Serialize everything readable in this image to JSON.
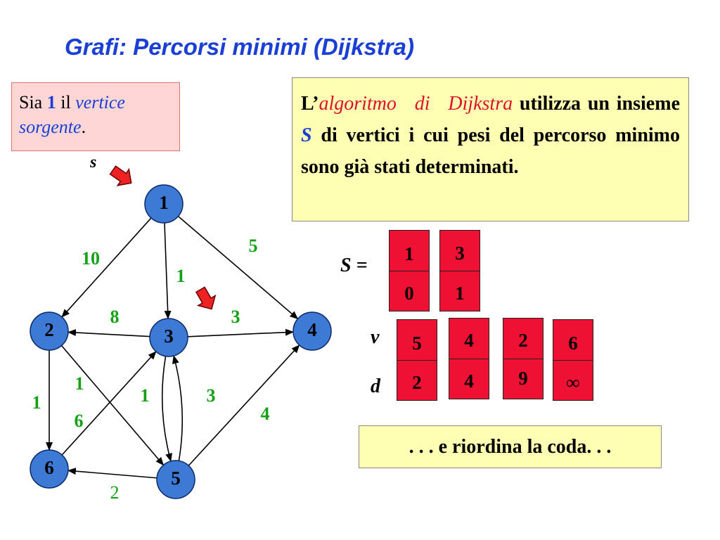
{
  "slide": {
    "title": "Grafi: Percorsi minimi (Dijkstra)",
    "source_box": {
      "t1": "Sia ",
      "vertex": "1",
      "t2": " il ",
      "italic1": "vertice",
      "italic2": "sorgente",
      "end": "."
    },
    "definition_box": {
      "t1": "L’",
      "algo_name": "algoritmo di Dijkstra",
      "t2": " utilizza un insieme ",
      "set_name": "S",
      "t3": " di vertici i cui pesi del percorso minimo sono già stati determinati."
    },
    "footer_box": ". . . e riordina la coda. . ."
  },
  "graph": {
    "source_label": "s",
    "nodes": [
      {
        "id": "1",
        "label": "1"
      },
      {
        "id": "2",
        "label": "2"
      },
      {
        "id": "3",
        "label": "3"
      },
      {
        "id": "4",
        "label": "4"
      },
      {
        "id": "5",
        "label": "5"
      },
      {
        "id": "6",
        "label": "6"
      }
    ],
    "edges": [
      {
        "from": "1",
        "to": "2",
        "weight": "10"
      },
      {
        "from": "1",
        "to": "3",
        "weight": "1"
      },
      {
        "from": "1",
        "to": "4",
        "weight": "5"
      },
      {
        "from": "3",
        "to": "2",
        "weight": "8"
      },
      {
        "from": "3",
        "to": "4",
        "weight": "3"
      },
      {
        "from": "2",
        "to": "6",
        "weight": "1"
      },
      {
        "from": "2",
        "to": "5",
        "weight": "1"
      },
      {
        "from": "6",
        "to": "3",
        "weight": "6"
      },
      {
        "from": "3",
        "to": "5",
        "weight": "1"
      },
      {
        "from": "5",
        "to": "3",
        "weight": "3"
      },
      {
        "from": "5",
        "to": "4",
        "weight": "4"
      },
      {
        "from": "5",
        "to": "6",
        "weight": "2"
      }
    ]
  },
  "set_S": {
    "label": "S =",
    "cells": [
      {
        "v": "1",
        "d": "0"
      },
      {
        "v": "3",
        "d": "1"
      }
    ]
  },
  "queue": {
    "v_label": "v",
    "d_label": "d",
    "cells": [
      {
        "v": "5",
        "d": "2"
      },
      {
        "v": "4",
        "d": "4"
      },
      {
        "v": "2",
        "d": "9"
      },
      {
        "v": "6",
        "d": "∞"
      }
    ]
  },
  "colors": {
    "node_fill": "#3d7ad6",
    "weight_text": "#16a016",
    "cell_fill": "#ee1133",
    "title": "#1a3fd6",
    "pointer_arrow": "#ee2222"
  }
}
